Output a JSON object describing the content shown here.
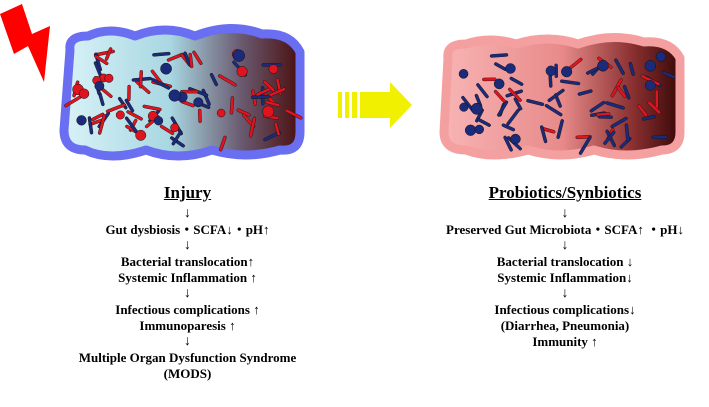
{
  "colors": {
    "injury_gut_outline": "#6a6ef0",
    "probiotic_gut_outline": "#f5a0a0",
    "bacteria_red": "#e0141e",
    "bacteria_blue": "#1c2a7a",
    "lightning": "#ff0000",
    "transition_arrow": "#f0f000"
  },
  "icons": [
    "lightning-bolt-icon",
    "transition-arrow-icon",
    "down-arrow-icon"
  ],
  "left": {
    "title": "Injury",
    "lines": [
      "Gut dysbiosis・SCFA↓・pH↑",
      "Bacterial translocation↑",
      "Systemic Inflammation ↑",
      "Infectious complications ↑",
      "Immunoparesis ↑",
      "Multiple Organ Dysfunction Syndrome",
      "(MODS)"
    ],
    "arrow": "↓"
  },
  "right": {
    "title": "Probiotics/Synbiotics",
    "lines": [
      "Preserved Gut Microbiota・SCFA↑ ・pH↓",
      "Bacterial translocation ↓",
      "Systemic Inflammation↓",
      "Infectious complications↓",
      "(Diarrhea, Pneumonia)",
      "Immunity ↑"
    ],
    "arrow": "↓"
  }
}
